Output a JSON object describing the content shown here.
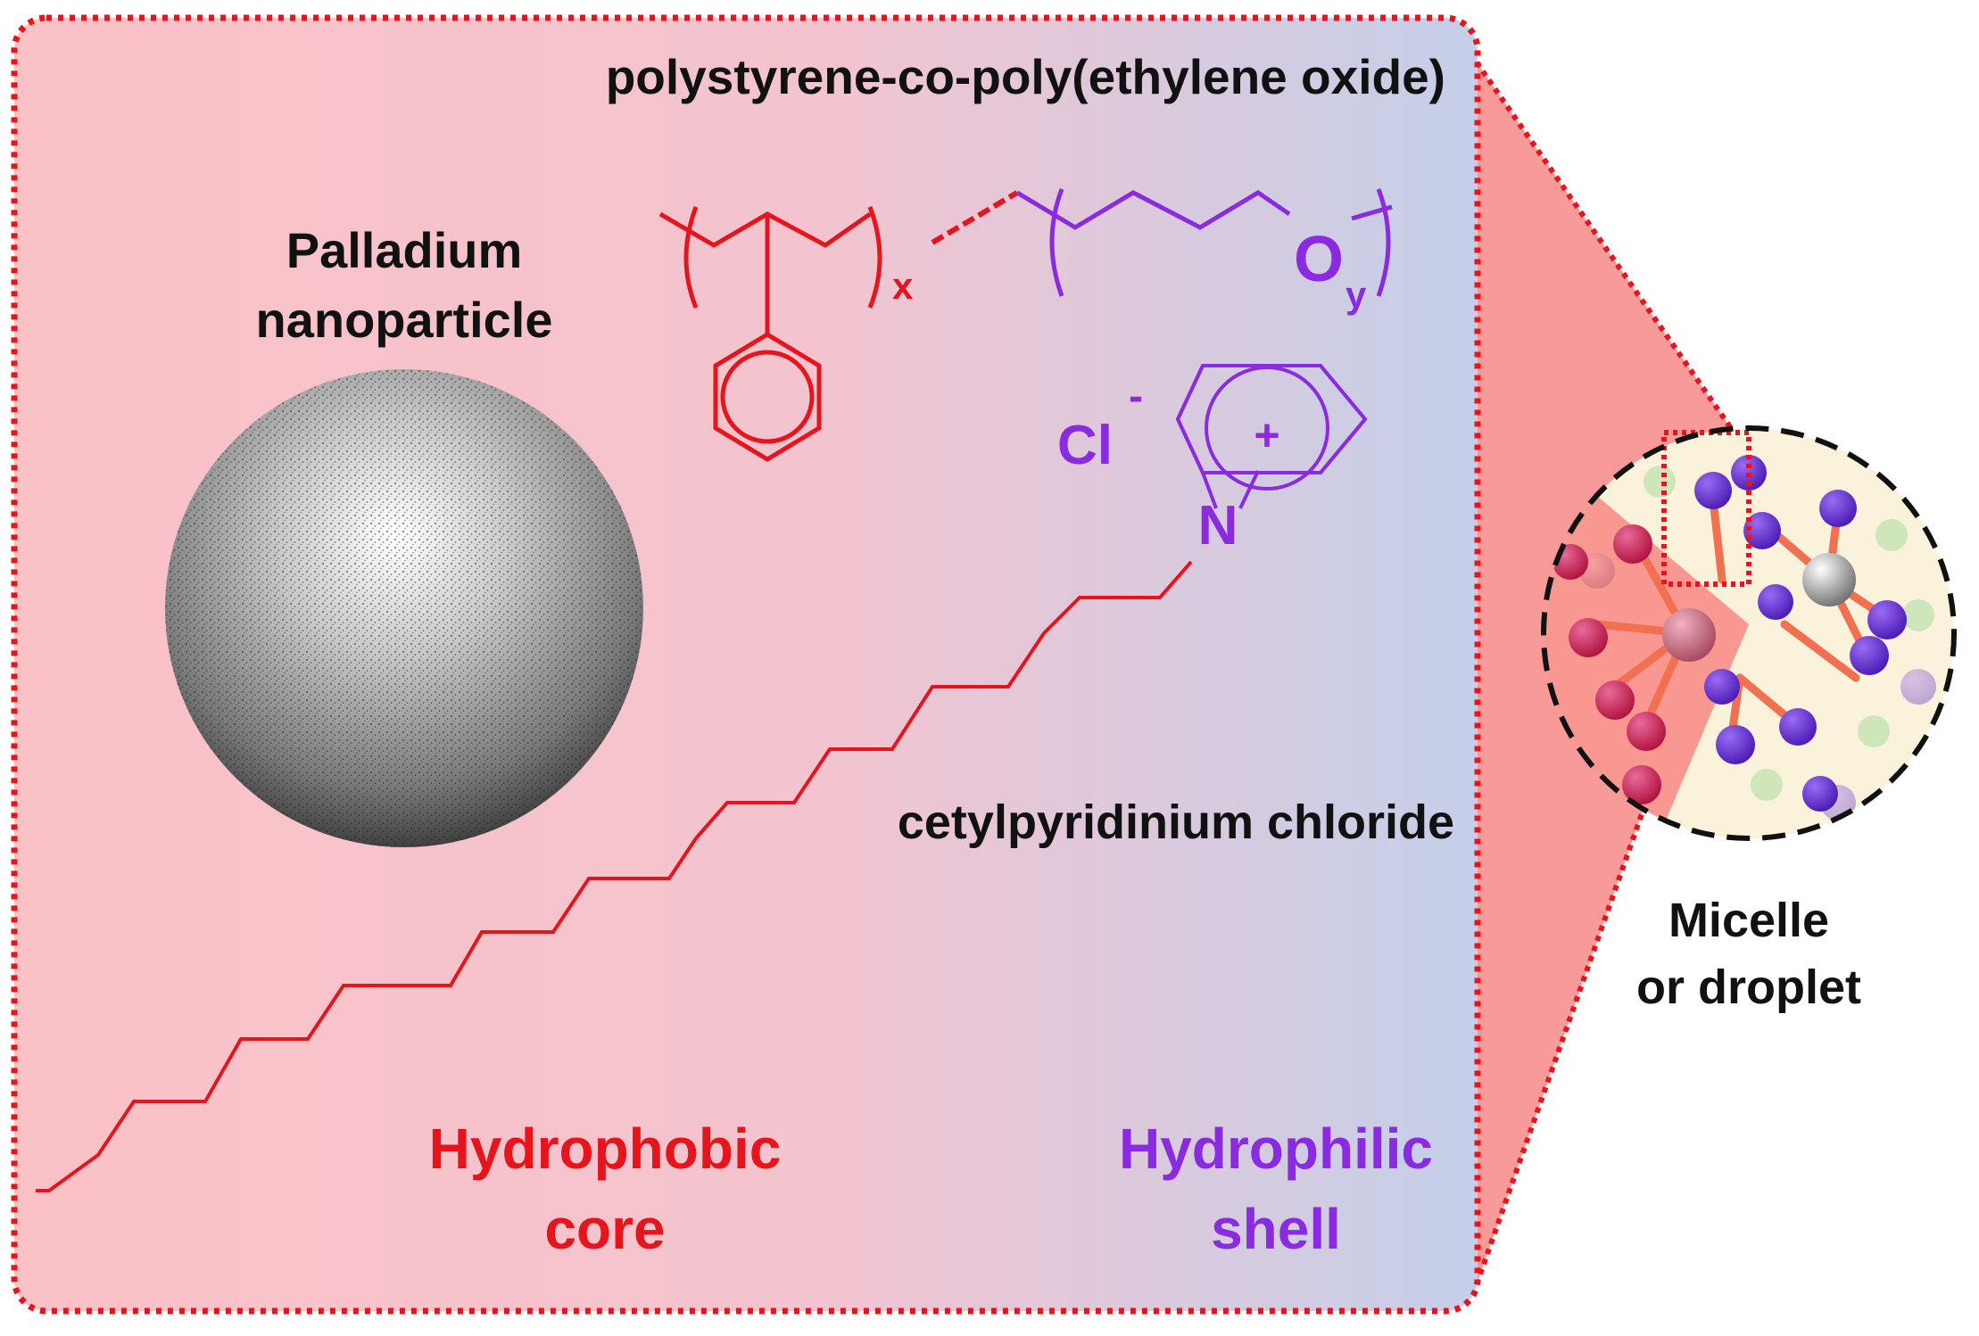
{
  "labels": {
    "polymer_name": "polystyrene-co-poly(ethylene oxide)",
    "nanoparticle_line1": "Palladium",
    "nanoparticle_line2": "nanoparticle",
    "surfactant_name": "cetylpyridinium chloride",
    "core_line1": "Hydrophobic",
    "core_line2": "core",
    "shell_line1": "Hydrophilic",
    "shell_line2": "shell",
    "micelle_line1": "Micelle",
    "micelle_line2": "or droplet"
  },
  "chemistry": {
    "subscript_x": "x",
    "subscript_y": "y",
    "oxygen": "O",
    "nitrogen": "N",
    "chloride": "Cl",
    "chloride_charge": "-",
    "pyridinium_charge": "+"
  },
  "colors": {
    "hydrophobic": "#e8141c",
    "hydrophilic": "#8a2be2",
    "border": "#e8141c",
    "panel_left": "#fbc2c6",
    "panel_right": "#c4cfe9",
    "micelle_fill": "#fbf2dc",
    "text": "#111111"
  }
}
